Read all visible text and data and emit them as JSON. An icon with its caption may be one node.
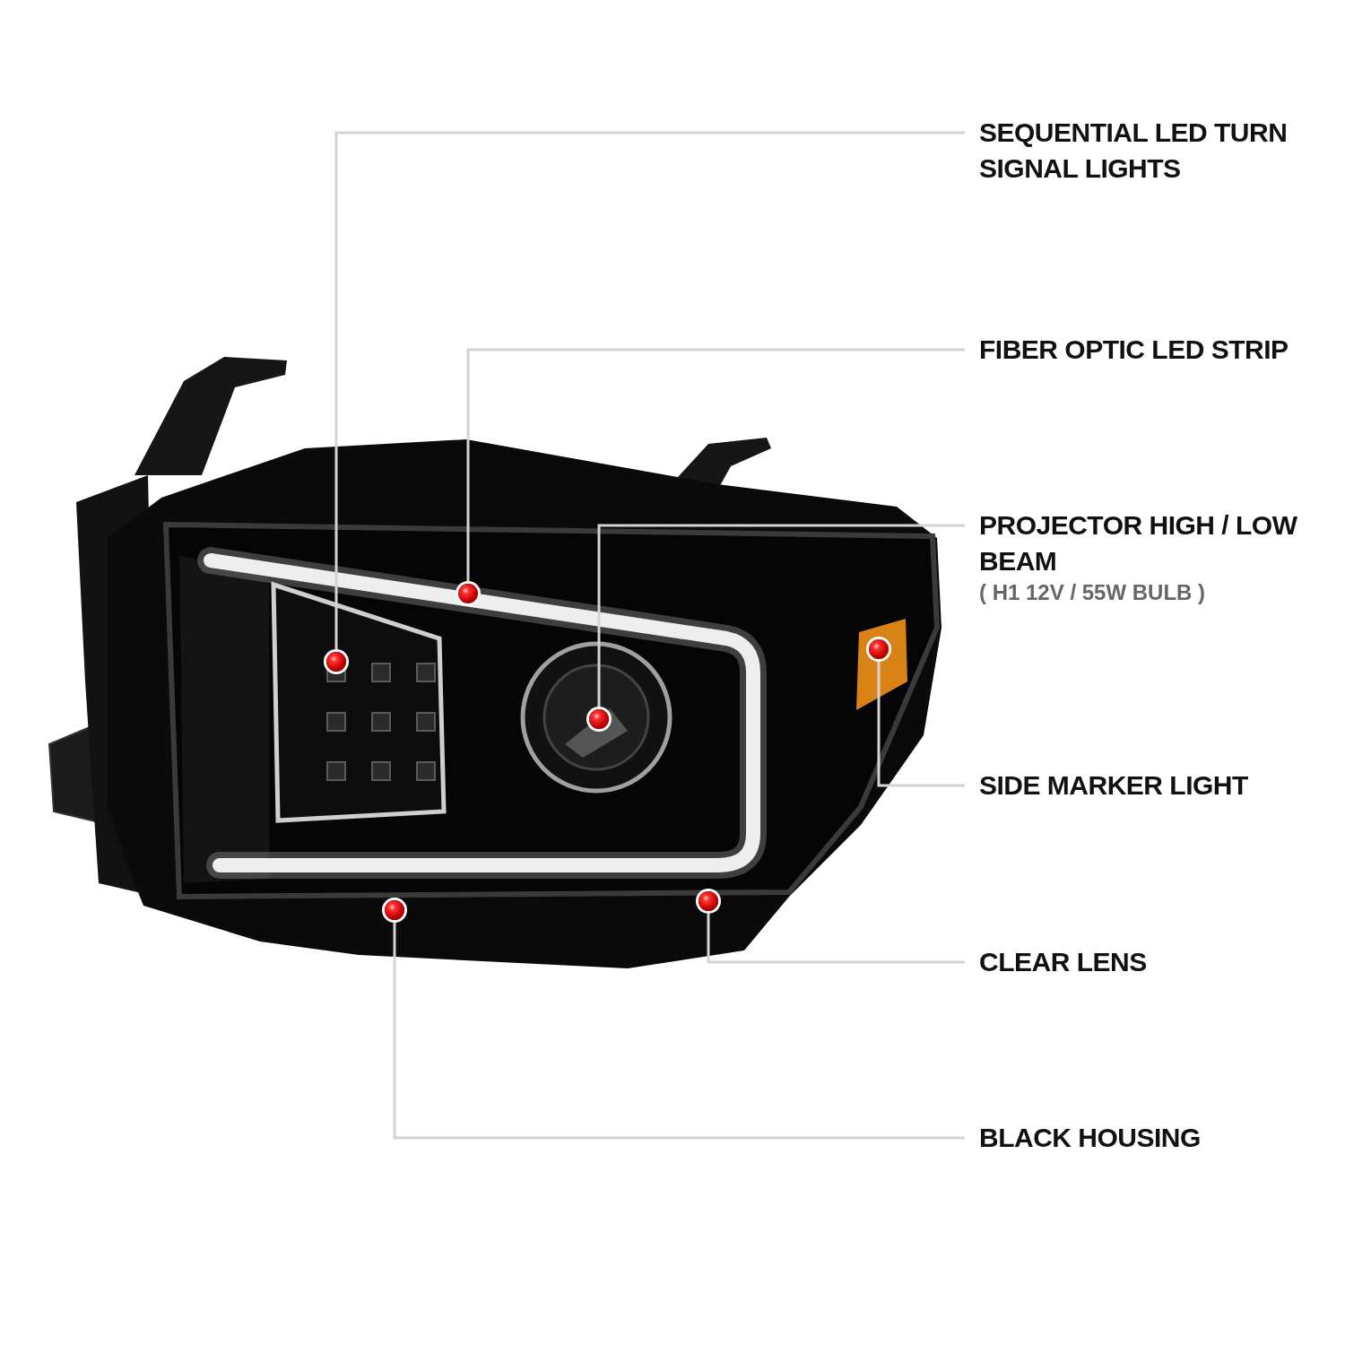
{
  "diagram": {
    "nodes": [
      {
        "text": [
          "SEQUENTIAL LED TURN SIGNAL LIGHTS"
        ]
      },
      {
        "text": [
          "FIBER OPTIC LED STRIP"
        ]
      },
      {
        "text": [
          "PROJECTOR HIGH / LOW BEAM",
          "( H1 12V / 55W BULB )"
        ]
      },
      {
        "text": [
          "SIDE MARKER LIGHT"
        ]
      },
      {
        "text": [
          "CLEAR LENS"
        ]
      },
      {
        "text": [
          "BLACK HOUSING"
        ]
      },
      {
        "text": [],
        "shape": "circle"
      },
      {
        "text": [],
        "shape": "circle"
      },
      {
        "text": [],
        "shape": "circle"
      },
      {
        "text": [],
        "shape": "circle"
      },
      {
        "text": [],
        "shape": "circle"
      },
      {
        "text": [],
        "shape": "circle"
      }
    ],
    "edges": [
      {
        "from": 0,
        "to": 6,
        "arrow": "none"
      },
      {
        "from": 1,
        "to": 8,
        "arrow": "none"
      },
      {
        "from": 2,
        "to": 9,
        "arrow": "none"
      },
      {
        "from": 3,
        "to": 11,
        "arrow": "none"
      },
      {
        "from": 4,
        "to": 10,
        "arrow": "none"
      },
      {
        "from": 5,
        "to": 7,
        "arrow": "none"
      }
    ]
  }
}
